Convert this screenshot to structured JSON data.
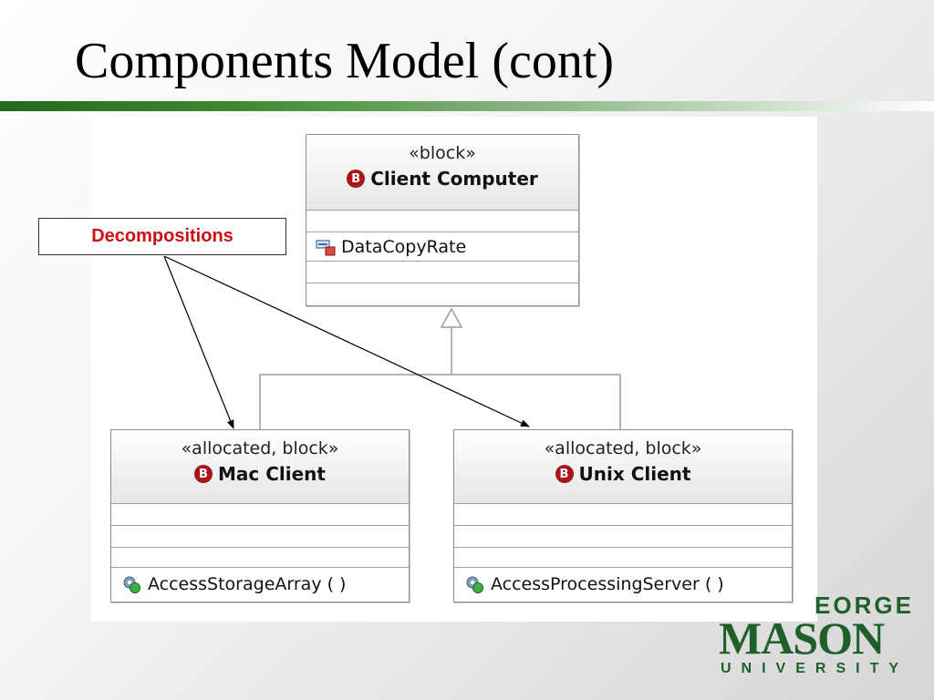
{
  "slide": {
    "title": "Components Model (cont)"
  },
  "callout": {
    "label": "Decompositions"
  },
  "blocks": {
    "client_computer": {
      "stereotype": "«block»",
      "badge": "B",
      "name": "Client Computer",
      "property": "DataCopyRate"
    },
    "mac_client": {
      "stereotype": "«allocated, block»",
      "badge": "B",
      "name": "Mac Client",
      "operation": "AccessStorageArray ( )"
    },
    "unix_client": {
      "stereotype": "«allocated, block»",
      "badge": "B",
      "name": "Unix Client",
      "operation": "AccessProcessingServer ( )"
    }
  },
  "logo": {
    "line1": "EORGE",
    "line2": "MASON",
    "line3": "UNIVERSITY"
  },
  "colors": {
    "title_rule": "#3c8a2e",
    "callout_text": "#cc1111",
    "badge": "#a8161c",
    "logo": "#1f5f2a"
  }
}
